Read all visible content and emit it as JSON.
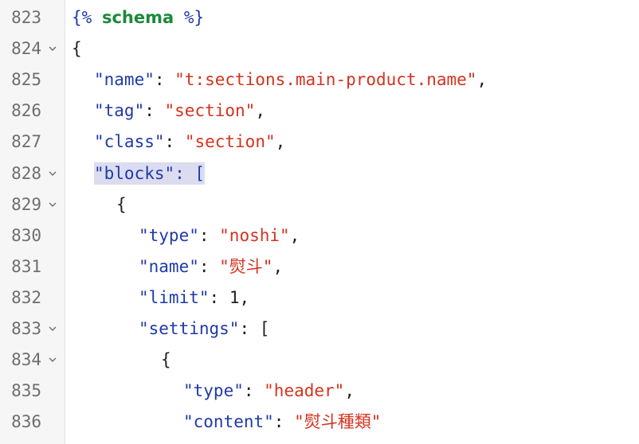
{
  "lines": [
    {
      "n": "823",
      "fold": false,
      "indent": "",
      "parts": [
        [
          "tag",
          "{%"
        ],
        [
          "sp",
          " "
        ],
        [
          "kw",
          "schema"
        ],
        [
          "sp",
          " "
        ],
        [
          "tag",
          "%}"
        ]
      ]
    },
    {
      "n": "824",
      "fold": true,
      "indent": "",
      "parts": [
        [
          "punc",
          "{"
        ]
      ]
    },
    {
      "n": "825",
      "fold": false,
      "indent": "  ",
      "parts": [
        [
          "key",
          "\"name\""
        ],
        [
          "punc",
          ": "
        ],
        [
          "str",
          "\"t:sections.main-product.name\""
        ],
        [
          "punc",
          ","
        ]
      ]
    },
    {
      "n": "826",
      "fold": false,
      "indent": "  ",
      "parts": [
        [
          "key",
          "\"tag\""
        ],
        [
          "punc",
          ": "
        ],
        [
          "str",
          "\"section\""
        ],
        [
          "punc",
          ","
        ]
      ]
    },
    {
      "n": "827",
      "fold": false,
      "indent": "  ",
      "parts": [
        [
          "key",
          "\"class\""
        ],
        [
          "punc",
          ": "
        ],
        [
          "str",
          "\"section\""
        ],
        [
          "punc",
          ","
        ]
      ]
    },
    {
      "n": "828",
      "fold": true,
      "indent": "  ",
      "parts": [
        [
          "hl",
          "\"blocks\": ["
        ]
      ]
    },
    {
      "n": "829",
      "fold": true,
      "indent": "    ",
      "parts": [
        [
          "punc",
          "{"
        ]
      ]
    },
    {
      "n": "830",
      "fold": false,
      "indent": "      ",
      "parts": [
        [
          "key",
          "\"type\""
        ],
        [
          "punc",
          ": "
        ],
        [
          "str",
          "\"noshi\""
        ],
        [
          "punc",
          ","
        ]
      ]
    },
    {
      "n": "831",
      "fold": false,
      "indent": "      ",
      "parts": [
        [
          "key",
          "\"name\""
        ],
        [
          "punc",
          ": "
        ],
        [
          "str",
          "\"熨斗\""
        ],
        [
          "punc",
          ","
        ]
      ]
    },
    {
      "n": "832",
      "fold": false,
      "indent": "      ",
      "parts": [
        [
          "key",
          "\"limit\""
        ],
        [
          "punc",
          ": "
        ],
        [
          "num",
          "1"
        ],
        [
          "punc",
          ","
        ]
      ]
    },
    {
      "n": "833",
      "fold": true,
      "indent": "      ",
      "parts": [
        [
          "key",
          "\"settings\""
        ],
        [
          "punc",
          ": ["
        ]
      ]
    },
    {
      "n": "834",
      "fold": true,
      "indent": "        ",
      "parts": [
        [
          "punc",
          "{"
        ]
      ]
    },
    {
      "n": "835",
      "fold": false,
      "indent": "          ",
      "parts": [
        [
          "key",
          "\"type\""
        ],
        [
          "punc",
          ": "
        ],
        [
          "str",
          "\"header\""
        ],
        [
          "punc",
          ","
        ]
      ]
    },
    {
      "n": "836",
      "fold": false,
      "indent": "          ",
      "parts": [
        [
          "key",
          "\"content\""
        ],
        [
          "punc",
          ": "
        ],
        [
          "str",
          "\"熨斗種類\""
        ]
      ]
    }
  ],
  "colors": {
    "tag": "#1f3aa8",
    "keyword": "#1a8a3a",
    "key": "#1f3aa8",
    "string": "#d4331f",
    "highlight": "#dcdcf0",
    "gutter_bg": "#f6f6f6",
    "line_number": "#6e6e6e"
  },
  "icons": {
    "fold": "chevron-down-icon"
  }
}
